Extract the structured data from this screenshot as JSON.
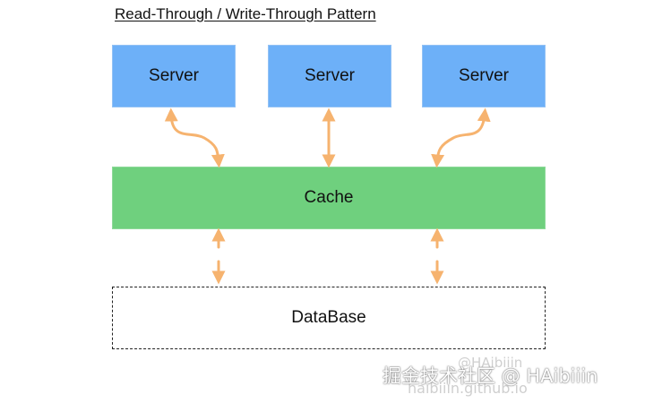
{
  "diagram": {
    "title": "Read-Through / Write-Through Pattern",
    "servers": [
      {
        "label": "Server"
      },
      {
        "label": "Server"
      },
      {
        "label": "Server"
      }
    ],
    "cache": {
      "label": "Cache"
    },
    "database": {
      "label": "DataBase"
    },
    "colors": {
      "server": "#6db0f8",
      "cache": "#6fd07e",
      "arrow": "#f6b36f",
      "database_border": "#222222"
    }
  },
  "watermark": {
    "handle": "@HAibiiin",
    "site_text": "掘金技术社区 @ HAibiiin",
    "url": "haibiiin.github.io"
  }
}
